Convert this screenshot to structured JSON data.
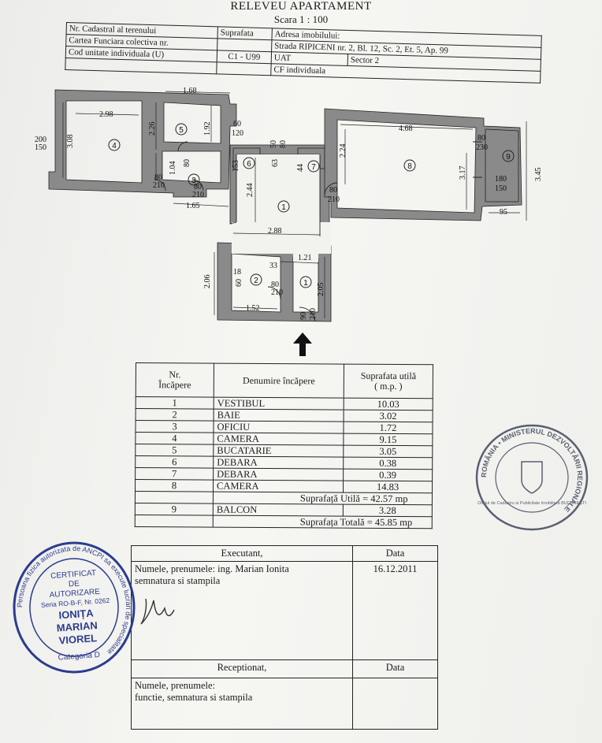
{
  "doc": {
    "title": "RELEVEU APARTAMENT",
    "scale": "Scara 1 : 100"
  },
  "header": {
    "cadastral_label": "Nr. Cadastral al terenului",
    "suprafata_label": "Suprafata",
    "adresa_label": "Adresa imobilului:",
    "carte_label": "Cartea Funciara colectiva nr.",
    "strada": "Strada RIPICENI nr. 2, Bl. 12, Sc. 2, Et. 5, Ap. 99",
    "cod_label": "Cod unitate individuala (U)",
    "cod_value": "C1 - U99",
    "uat_label": "UAT",
    "uat_value": "Sector 2",
    "cf_label": "CF individuala"
  },
  "plan": {
    "dims": [
      "1.68",
      "2.98",
      "2.26",
      "1.92",
      "3.08",
      "1.04",
      "200",
      "150",
      "60",
      "120",
      "80",
      "210",
      "80",
      "210",
      "153",
      "63",
      "50",
      "80",
      "80",
      "44",
      "80",
      "210",
      "2.24",
      "4.68",
      "3.17",
      "3.45",
      "80",
      "230",
      "180",
      "150",
      "95",
      "1.65",
      "2.44",
      "2.88",
      "1.21",
      "2.06",
      "18",
      "60",
      "33",
      "80",
      "210",
      "1.52",
      "2.05",
      "90",
      "210"
    ],
    "rooms": [
      "1",
      "2",
      "3",
      "4",
      "5",
      "6",
      "7",
      "8",
      "9",
      "1"
    ]
  },
  "rooms_table": {
    "head_nr": "Nr.",
    "head_nr2": "Încăpere",
    "head_name": "Denumire încăpere",
    "head_area": "Suprafata utilă",
    "head_area2": "( m.p. )",
    "rows": [
      {
        "nr": "1",
        "name": "VESTIBUL",
        "area": "10.03"
      },
      {
        "nr": "2",
        "name": "BAIE",
        "area": "3.02"
      },
      {
        "nr": "3",
        "name": "OFICIU",
        "area": "1.72"
      },
      {
        "nr": "4",
        "name": "CAMERA",
        "area": "9.15"
      },
      {
        "nr": "5",
        "name": "BUCATARIE",
        "area": "3.05"
      },
      {
        "nr": "6",
        "name": "DEBARA",
        "area": "0.38"
      },
      {
        "nr": "7",
        "name": "DEBARA",
        "area": "0.39"
      },
      {
        "nr": "8",
        "name": "CAMERA",
        "area": "14.83"
      }
    ],
    "total_util": "Suprafață Utilă = 42.57 mp",
    "balcon_nr": "9",
    "balcon_name": "BALCON",
    "balcon_area": "3.28",
    "total": "Suprafața Totală = 45.85 mp"
  },
  "signoff": {
    "executant": "Executant,",
    "data_label": "Data",
    "executant_name": "Numele, prenumele: ing. Marian Ionita",
    "semnatura": "semnatura si stampila",
    "date": "16.12.2011",
    "receptionat": "Receptionat,",
    "data_label2": "Data",
    "rec_name": "Numele, prenumele:",
    "rec_functie": "functie, semnatura si stampila"
  },
  "stamp_left": {
    "ring": "Persoana fizica autorizata de ANCPI sa execute lucrari de specialitate",
    "l1": "CERTIFICAT",
    "l2": "DE",
    "l3": "AUTORIZARE",
    "l4": "Seria RO-B-F, Nr. 0262",
    "l5": "IONIȚA",
    "l6": "MARIAN",
    "l7": "VIOREL",
    "l8": "Categoria D"
  },
  "stamp_right": {
    "ring": "ROMÂNIA • MINISTERUL DEZVOLTĂRII REGIONALE",
    "inner": "Oficiul de Cadastru si Publicitate Imobiliara BUCUREȘTI"
  },
  "colors": {
    "ink": "#1b1b1b",
    "stamp_blue": "#2b3c8e",
    "stamp_grey": "#5a6070",
    "wall": "#7a7a7a"
  }
}
